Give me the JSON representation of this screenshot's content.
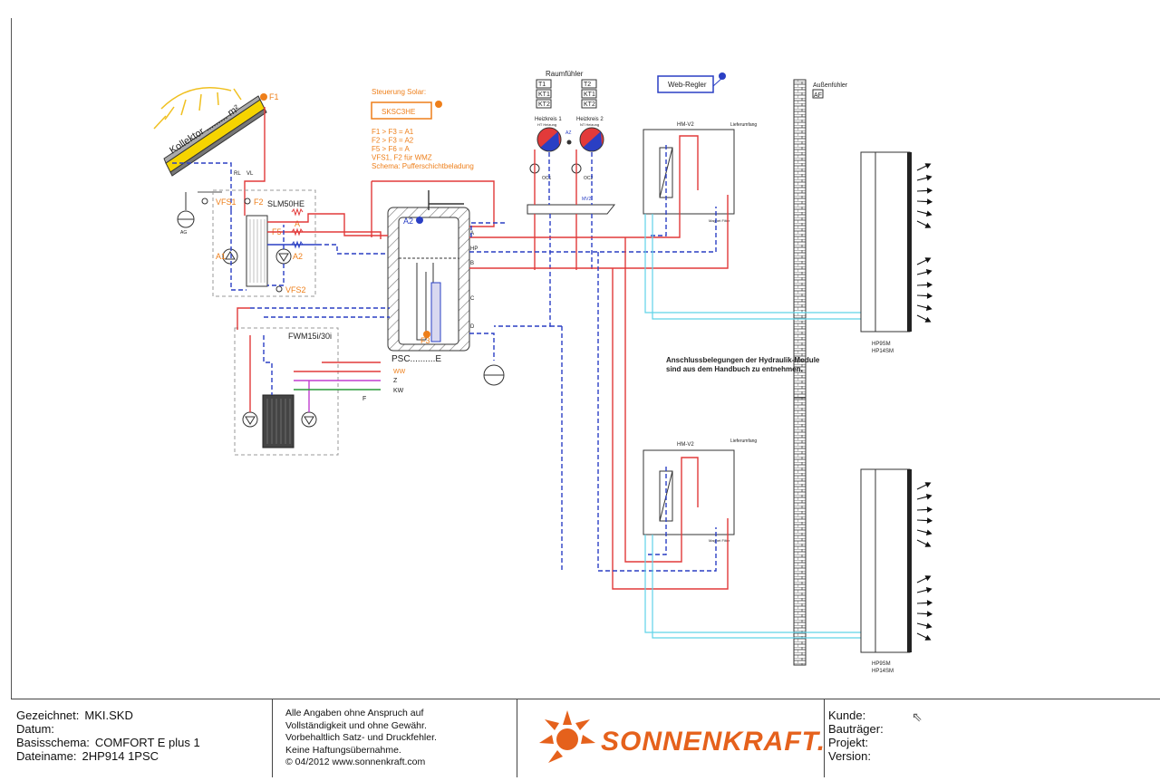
{
  "solar": {
    "collector_label": "Kollektor ......... m²",
    "f1": "F1",
    "control_title": "Steuerung Solar:",
    "control_unit": "SKSC3HE",
    "rules": [
      "F1 > F3 = A1",
      "F2 > F3 = A2",
      "F5 > F6 = A",
      "VFS1, F2 für WMZ",
      "Schema: Pufferschichtbeladung"
    ],
    "rl": "RL",
    "vl": "VL",
    "ag": "AG"
  },
  "station": {
    "name": "SLM50HE",
    "vfs1": "VFS1",
    "f2": "F2",
    "a": "A",
    "f5": "F5",
    "a1": "A1",
    "a2": "A2",
    "vfs2": "VFS2"
  },
  "fwm": {
    "name": "FWM15i/30i",
    "ww": "WW",
    "z": "Z",
    "kw": "KW",
    "f": "F"
  },
  "tank": {
    "a2": "A2",
    "f3": "F3",
    "name": "PSC..........E",
    "ports": [
      "A",
      "HP",
      "B",
      "C",
      "D"
    ]
  },
  "room": {
    "title": "Raumfühler",
    "col1": [
      "T1",
      "KT1",
      "KT2"
    ],
    "col2": [
      "T2",
      "KT1",
      "KT2"
    ],
    "hk1": "Heizkreis 1",
    "hk1_sub": "HT Heizung",
    "hk2": "Heizkreis 2",
    "hk2_sub": "NT Heizung",
    "az": "AZ",
    "oc1": "OC1",
    "oc2": "OC2",
    "mv2": "MV2"
  },
  "web": "Web-Regler",
  "outdoor": {
    "label": "Außenfühler",
    "af": "AF"
  },
  "module1": {
    "name": "HM-V2",
    "scope": "Lieferumfang",
    "filter": "Magnet Filter"
  },
  "module2": {
    "name": "HM-V2",
    "scope": "Lieferumfang",
    "filter": "Magnet Filter"
  },
  "hp1": [
    "HP9SM",
    "HP14SM"
  ],
  "hp2": [
    "HP9SM",
    "HP14SM"
  ],
  "note": [
    "Anschlussbelegungen der Hydraulik-Module",
    "sind aus dem Handbuch zu entnehmen."
  ],
  "title_block": {
    "drawn_label": "Gezeichnet:",
    "drawn_value": "MKI.SKD",
    "date_label": "Datum:",
    "date_value": "",
    "schema_label": "Basisschema:",
    "schema_value": "COMFORT E plus 1",
    "file_label": "Dateiname:",
    "file_value": "2HP914 1PSC",
    "disclaimer": [
      "Alle Angaben ohne Anspruch auf",
      "Vollständigkeit und ohne Gewähr.",
      "Vorbehaltlich Satz- und Druckfehler.",
      "Keine Haftungsübernahme.",
      "© 04/2012  www.sonnenkraft.com"
    ],
    "logo": "SONNENKRAFT.",
    "kunde": "Kunde:",
    "bautraeger": "Bauträger:",
    "projekt": "Projekt:",
    "version": "Version:"
  },
  "colors": {
    "supply": "#e23a3a",
    "return": "#2a3fc4",
    "solar_orange": "#ee7f1a",
    "cyan": "#5fd3e8",
    "cold": "#2a9a3a",
    "circ": "#c03fd0"
  }
}
